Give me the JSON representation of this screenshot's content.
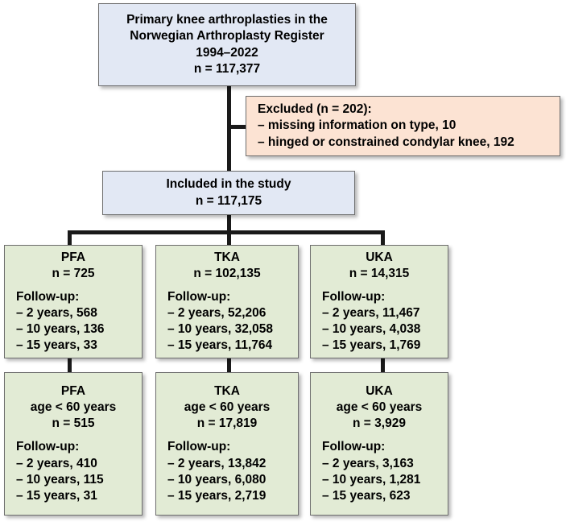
{
  "diagram": {
    "title": "Primary knee arthroplasty study flow diagram",
    "colors": {
      "source_box": "#e2e8f4",
      "excluded_box": "#fce3d3",
      "group_box": "#e2ebd5",
      "connector": "#1a1a1a",
      "border": "#6e6e6e"
    },
    "nodes": {
      "source": {
        "name": "source-cohort-box",
        "lines": [
          "Primary knee arthroplasties in the",
          "Norwegian Arthroplasty Register",
          "1994–2022",
          "n = 117,377"
        ]
      },
      "excluded": {
        "name": "excluded-box",
        "lines": [
          "Excluded (n = 202):",
          "– missing information on type, 10",
          "– hinged or constrained condylar knee, 192"
        ]
      },
      "included": {
        "name": "included-box",
        "lines": [
          "Included in the study",
          "n = 117,175"
        ]
      },
      "pfa_all": {
        "name": "pfa-all-box",
        "header": [
          "PFA",
          "n = 725"
        ],
        "followup_label": "Follow-up:",
        "followup": [
          "– 2 years, 568",
          "– 10 years, 136",
          "– 15 years, 33"
        ]
      },
      "tka_all": {
        "name": "tka-all-box",
        "header": [
          "TKA",
          "n = 102,135"
        ],
        "followup_label": "Follow-up:",
        "followup": [
          "– 2 years, 52,206",
          "– 10 years, 32,058",
          "– 15 years, 11,764"
        ]
      },
      "uka_all": {
        "name": "uka-all-box",
        "header": [
          "UKA",
          "n = 14,315"
        ],
        "followup_label": "Follow-up:",
        "followup": [
          "– 2 years, 11,467",
          "– 10 years, 4,038",
          "– 15 years, 1,769"
        ]
      },
      "pfa_young": {
        "name": "pfa-under60-box",
        "header": [
          "PFA",
          "age < 60 years",
          "n = 515"
        ],
        "followup_label": "Follow-up:",
        "followup": [
          "– 2 years, 410",
          "– 10 years, 115",
          "– 15 years, 31"
        ]
      },
      "tka_young": {
        "name": "tka-under60-box",
        "header": [
          "TKA",
          "age < 60 years",
          "n = 17,819"
        ],
        "followup_label": "Follow-up:",
        "followup": [
          "– 2 years, 13,842",
          "– 10 years, 6,080",
          "– 15 years, 2,719"
        ]
      },
      "uka_young": {
        "name": "uka-under60-box",
        "header": [
          "UKA",
          "age < 60 years",
          "n = 3,929"
        ],
        "followup_label": "Follow-up:",
        "followup": [
          "– 2 years, 3,163",
          "– 10 years, 1,281",
          "– 15 years, 623"
        ]
      }
    }
  }
}
